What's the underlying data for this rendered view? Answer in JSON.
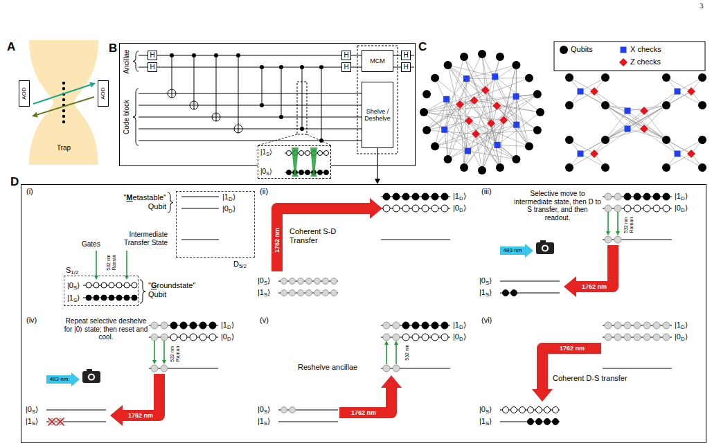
{
  "diagram": {
    "nodes": [
      {
        "text": [
          "AOD"
        ]
      },
      {
        "text": [
          "AOD"
        ]
      },
      {
        "text": [
          "B"
        ]
      },
      {
        "text": [
          "H"
        ],
        "in": 2
      },
      {
        "text": [
          "H"
        ],
        "in": 2
      },
      {
        "text": [
          "H"
        ],
        "in": 2
      },
      {
        "text": [
          "H"
        ],
        "in": 2
      },
      {
        "text": [
          "MCM"
        ],
        "in": 2
      },
      {
        "text": [
          "Shelve / Deshelve"
        ],
        "in": 2
      },
      {
        "text": [
          "H"
        ],
        "in": 2
      },
      {
        "text": [
          "H"
        ],
        "in": 2
      },
      {
        "text": [
          "|1S⟩",
          "|0S⟩"
        ]
      },
      {
        "text": [
          "D"
        ]
      },
      {
        "text": [
          "|1D⟩",
          "|0D⟩",
          "D5/2"
        ],
        "in": 12
      },
      {
        "text": [
          "S1/2",
          "|0S⟩",
          "|1S⟩"
        ],
        "in": 12
      }
    ],
    "edges": [
      {
        "from": 8,
        "to": 12,
        "arrow": "to"
      }
    ],
    "labels": [
      "3",
      "A",
      "Ancillae",
      "Code block",
      "C",
      "(i)",
      "\"Metastable\" Qubit",
      "Intermediate Transfer State",
      "Gates",
      "532 nm Raman",
      "\"Groundstate\" Qubit",
      "(ii)",
      "1762 nm",
      "Coherent S-D Transfer",
      "|1D⟩",
      "|0D⟩",
      "|0S⟩",
      "|1S⟩",
      "(iii)",
      "Selective move to intermediate state, then D to S transfer, and then readout.",
      "|1D⟩",
      "|0D⟩",
      "532 nm Raman",
      "493 nm",
      "1762 nm",
      "|0S⟩",
      "|1S⟩",
      "(iv)",
      "Repeat selective deshelve for |0⟩ state; then reset and cool.",
      "|1D⟩",
      "|0D⟩",
      "532 nm Raman",
      "493 nm",
      "1762 nm",
      "|0S⟩",
      "|1S⟩",
      "(v)",
      "|1D⟩",
      "|0D⟩",
      "532 nm",
      "Reshelve ancillae",
      "1762 nm",
      "|0S⟩",
      "|1S⟩",
      "(vi)",
      "1762 nm",
      "|1D⟩",
      "|0D⟩",
      "Coherent D-S transfer",
      "|0S⟩",
      "|1S⟩",
      "Trap"
    ],
    "legend": [
      {
        "text": "Qubits",
        "color": "#000000"
      },
      {
        "text": "X checks",
        "color": "#1f3ff0"
      },
      {
        "text": "Z checks",
        "color": "#e8141c"
      }
    ]
  }
}
